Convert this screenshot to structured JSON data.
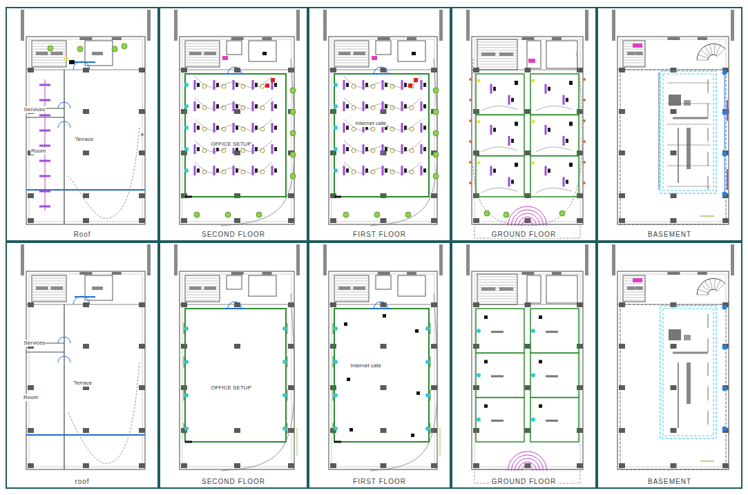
{
  "diagram": {
    "nodes": [
      {
        "text": [
          "Roof"
        ]
      },
      {
        "text": [
          "Services"
        ],
        "in": 0
      },
      {
        "text": [
          "Room"
        ],
        "in": 0
      },
      {
        "text": [
          "Terrace"
        ],
        "in": 0
      },
      {
        "text": [
          "SECOND FLOOR"
        ]
      },
      {
        "text": [
          "OFFICE SETUP"
        ],
        "in": 4
      },
      {
        "text": [
          "FIRST FLOOR"
        ]
      },
      {
        "text": [
          "Internet cafe"
        ],
        "in": 6
      },
      {
        "text": [
          "GROUND FLOOR"
        ]
      },
      {
        "text": [
          "BASEMENT"
        ]
      },
      {
        "text": [
          "roof"
        ]
      },
      {
        "text": [
          "Services"
        ],
        "in": 10
      },
      {
        "text": [
          "Room"
        ],
        "in": 10
      },
      {
        "text": [
          "Terrace"
        ],
        "in": 10
      },
      {
        "text": [
          "SECOND FLOOR"
        ]
      },
      {
        "text": [
          "OFFICE SETUP"
        ],
        "in": 14
      },
      {
        "text": [
          "FIRST FLOOR"
        ]
      },
      {
        "text": [
          "Internet cafe"
        ],
        "in": 16
      },
      {
        "text": [
          "GROUND FLOOR"
        ]
      },
      {
        "text": [
          "BASEMENT"
        ]
      }
    ]
  }
}
